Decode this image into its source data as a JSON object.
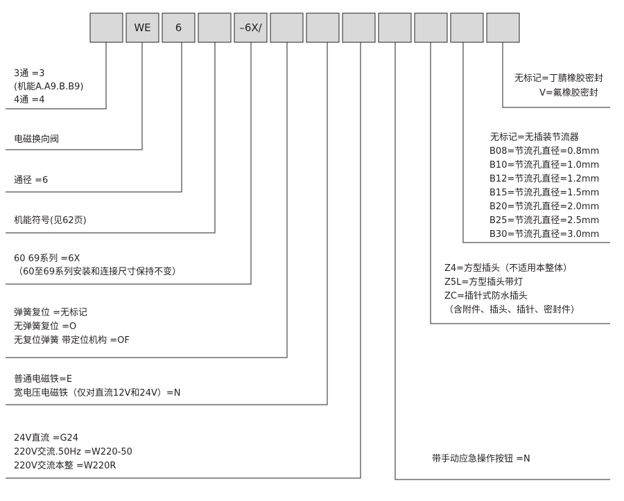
{
  "code_boxes": [
    "",
    "WE",
    "6",
    "",
    "–6X/",
    "",
    "",
    "",
    "",
    "",
    "",
    ""
  ],
  "left_notes": {
    "channels": [
      "3通  =3",
      "(机能A.A9.B.B9)",
      "4通  =4"
    ],
    "valve_type": [
      "电磁换向阀"
    ],
    "size": [
      "通径  =6"
    ],
    "function_symbol": [
      "机能符号(见62页)"
    ],
    "series": [
      "60 69系列  =6X",
      "（60至69系列安装和连接尺寸保持不变）"
    ],
    "spring": [
      "弹簧复位  =无标记",
      "无弹簧复位 =O",
      "无复位弹簧 带定位机构  =OF"
    ],
    "solenoid": [
      "普通电磁铁=E",
      "宽电压电磁铁（仅对直流12V和24V）=N"
    ],
    "voltage": [
      "24V直流    =G24",
      "220V交流.50Hz  =W220-50",
      "220V交流本整   =W220R"
    ]
  },
  "right_notes": {
    "seal": [
      "无标记=丁腈橡胶密封",
      "V=氟橡胶密封"
    ],
    "throttle": [
      "无标记=无插装节流器",
      "B08=节流孔直径=0.8mm",
      "B10=节流孔直径=1.0mm",
      "B12=节流孔直径=1.2mm",
      "B15=节流孔直径=1.5mm",
      "B20=节流孔直径=2.0mm",
      "B25=节流孔直径=2.5mm",
      "B30=节流孔直径=3.0mm"
    ],
    "connector": [
      "Z4=方型插头（不适用本整体）",
      "Z5L=方型插头带灯",
      "ZC=插针式防水插头",
      "（含附件、插头、插针、密封件）"
    ],
    "manual_override": [
      "带手动应急操作按钮  =N"
    ]
  }
}
